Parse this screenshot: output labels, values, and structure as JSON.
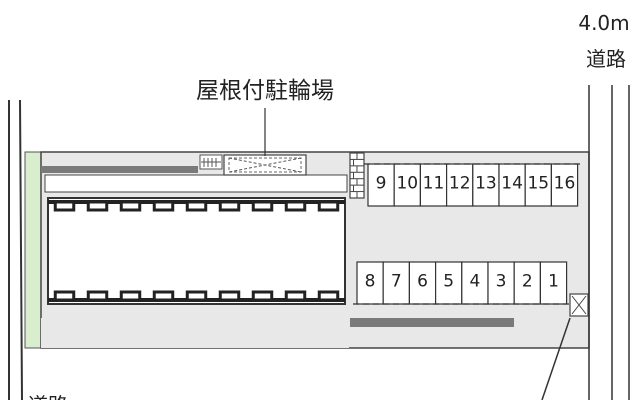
{
  "labels": {
    "bicycle_parking": "屋根付駐輪場",
    "road_width": "4.0m",
    "road": "道路",
    "road_bottom_left": "道路"
  },
  "parking": {
    "top_row": [
      "9",
      "10",
      "11",
      "12",
      "13",
      "14",
      "15",
      "16"
    ],
    "bottom_row": [
      "8",
      "7",
      "6",
      "5",
      "4",
      "3",
      "2",
      "1"
    ]
  },
  "colors": {
    "line": "#333333",
    "lot_fill": "#e8e8e8",
    "green_strip": "#d9edcf",
    "hedge": "#6e6e6e",
    "white": "#ffffff"
  }
}
